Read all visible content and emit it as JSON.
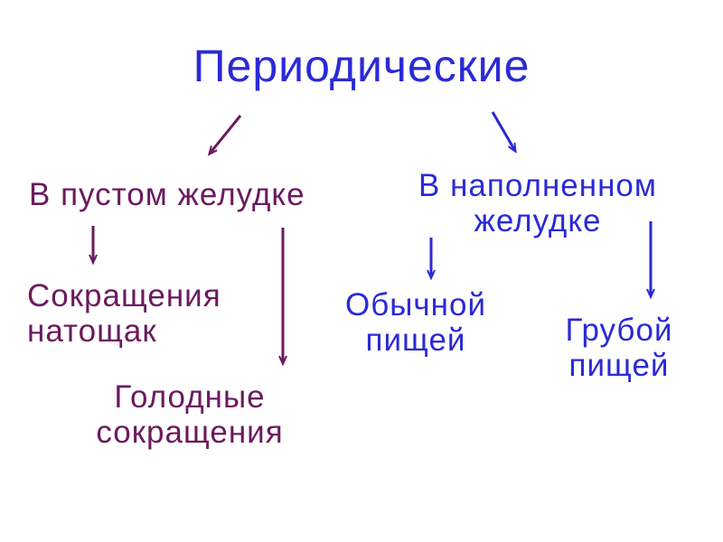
{
  "title": "Периодические",
  "branches": {
    "empty": "В пустом желудке",
    "full": {
      "line1": "В наполненном",
      "line2": "желудке"
    }
  },
  "leaves": {
    "fasting": {
      "line1": "Сокращения",
      "line2": "натощак"
    },
    "hunger": {
      "line1": "Голодные",
      "line2": "сокращения"
    },
    "ordinary_food": {
      "line1": "Обычной",
      "line2": "пищей"
    },
    "coarse_food": {
      "line1": "Грубой",
      "line2": "пищей"
    }
  },
  "colors": {
    "title": "#2a2ad6",
    "empty_branch": "#6b1a5e",
    "full_branch": "#2a2ad6"
  }
}
